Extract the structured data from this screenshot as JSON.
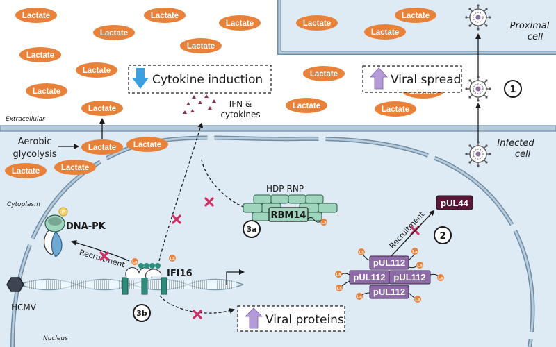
{
  "regions": {
    "extracellular": "Extracellular",
    "cytoplasm": "Cytoplasm",
    "nucleus": "Nucleus",
    "infected_cell": [
      "Infected",
      "cell"
    ],
    "proximal_cell": [
      "Proximal",
      "cell"
    ]
  },
  "lactate_label": "Lactate",
  "la_label": "La",
  "aerobic_glycolysis": [
    "Aerobic",
    "glycolysis"
  ],
  "cytokine_induction": "Cytokine induction",
  "viral_spread": "Viral spread",
  "viral_proteins": "Viral proteins",
  "ifn_cytokines": [
    "IFN &",
    "cytokines"
  ],
  "hdp_rnp": "HDP-RNP",
  "rbm14": "RBM14",
  "dna_pk": "DNA-PK",
  "phospho": "P",
  "ifi16": "IFI16",
  "hcmv": "HCMV",
  "recruitment": "Recruitment",
  "pul44": "pUL44",
  "pul112": "pUL112",
  "steps": {
    "s1": "1",
    "s2": "2",
    "s3a": "3a",
    "s3b": "3b"
  },
  "colors": {
    "lactate": "#e8823a",
    "cell_fill": "#deeaf4",
    "membrane": "#7f9cb1",
    "rnp": "#9fd4bd",
    "pul112": "#8e6aa8",
    "pul44": "#5a1636",
    "inhibit": "#d12f62",
    "down_arrow": "#3aa0e0",
    "up_arrow": "#b49ad6",
    "dna": "#7d98a8"
  }
}
